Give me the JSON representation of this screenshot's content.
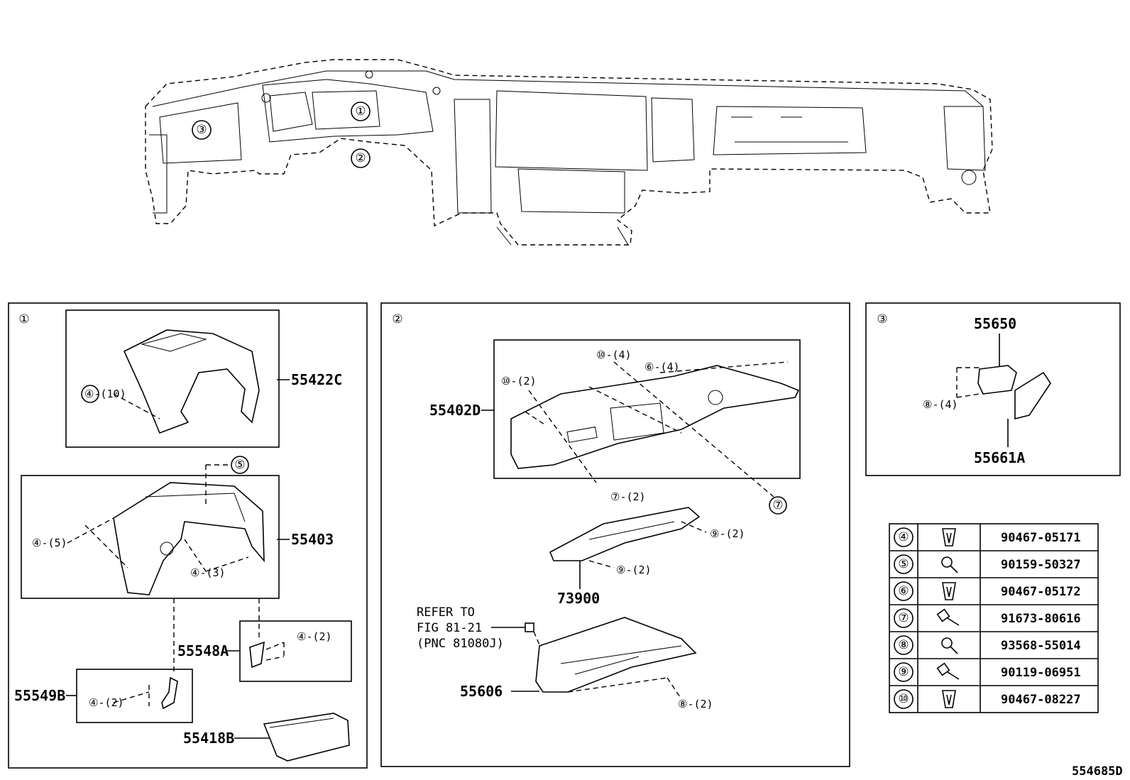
{
  "diagram_id": "554685D",
  "main_assembly": {
    "callouts": [
      "①",
      "②",
      "③"
    ]
  },
  "sections": [
    {
      "marker": "①",
      "parts": [
        {
          "pno": "55422C",
          "note": "④-(10)"
        },
        {
          "pno": "55403",
          "note_a": "④-(5)",
          "note_b": "④-(3)",
          "note_c": "⑤"
        },
        {
          "pno": "55548A",
          "note": "④-(2)"
        },
        {
          "pno": "55549B",
          "note": "④-(2)"
        },
        {
          "pno": "55418B"
        }
      ]
    },
    {
      "marker": "②",
      "parts": [
        {
          "pno": "55402D",
          "notes": [
            "⑩-(4)",
            "⑥-(4)",
            "⑩-(2)",
            "⑦-(2)",
            "⑦"
          ]
        },
        {
          "pno": "73900",
          "notes": [
            "⑨-(2)",
            "⑨-(2)"
          ]
        },
        {
          "pno": "55606",
          "notes": [
            "⑧-(2)"
          ]
        }
      ],
      "refer": [
        "REFER TO",
        "FIG 81-21",
        "(PNC 81080J)"
      ]
    },
    {
      "marker": "③",
      "parts": [
        {
          "pno": "55650",
          "note": "⑧-(4)"
        },
        {
          "pno": "55661A"
        }
      ]
    }
  ],
  "fastener_table": [
    {
      "ref": "④",
      "part_no": "90467-05171",
      "icon": "clip-icon"
    },
    {
      "ref": "⑤",
      "part_no": "90159-50327",
      "icon": "screw-icon"
    },
    {
      "ref": "⑥",
      "part_no": "90467-05172",
      "icon": "clip-icon"
    },
    {
      "ref": "⑦",
      "part_no": "91673-80616",
      "icon": "bolt-icon"
    },
    {
      "ref": "⑧",
      "part_no": "93568-55014",
      "icon": "screw-icon"
    },
    {
      "ref": "⑨",
      "part_no": "90119-06951",
      "icon": "bolt-icon"
    },
    {
      "ref": "⑩",
      "part_no": "90467-08227",
      "icon": "clip-icon"
    }
  ]
}
